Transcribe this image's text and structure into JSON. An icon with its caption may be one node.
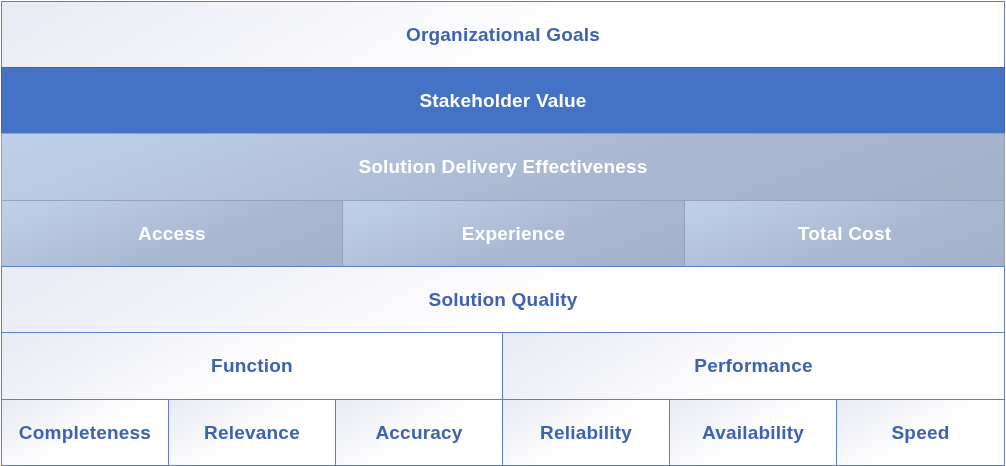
{
  "diagram": {
    "nodes": [
      {
        "text": [
          "Organizational Goals"
        ]
      },
      {
        "text": [
          "Stakeholder Value"
        ]
      },
      {
        "text": [
          "Solution Delivery Effectiveness"
        ]
      },
      {
        "text": [
          "Access"
        ]
      },
      {
        "text": [
          "Experience"
        ]
      },
      {
        "text": [
          "Total Cost"
        ]
      },
      {
        "text": [
          "Solution Quality"
        ]
      },
      {
        "text": [
          "Function"
        ]
      },
      {
        "text": [
          "Performance"
        ]
      },
      {
        "text": [
          "Completeness"
        ]
      },
      {
        "text": [
          "Relevance"
        ]
      },
      {
        "text": [
          "Accuracy"
        ]
      },
      {
        "text": [
          "Reliability"
        ]
      },
      {
        "text": [
          "Availability"
        ]
      },
      {
        "text": [
          "Speed"
        ]
      }
    ]
  }
}
